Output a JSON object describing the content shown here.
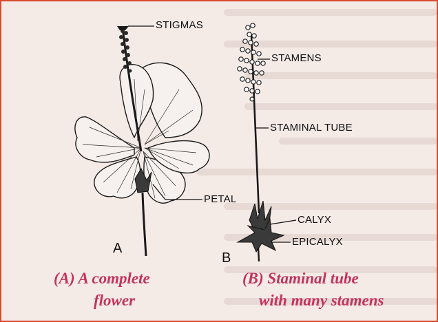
{
  "labels": {
    "stigmas": "STIGMAS",
    "stamens": "STAMENS",
    "staminal_tube": "STAMINAL TUBE",
    "petal": "PETAL",
    "calyx": "CALYX",
    "epicalyx": "EPICALYX"
  },
  "figure_letters": {
    "a": "A",
    "b": "B"
  },
  "captions": {
    "a_line1": "(A)  A complete",
    "a_line2": "flower",
    "b_line1": "(B)  Staminal tube",
    "b_line2": "with  many stamens"
  },
  "colors": {
    "border": "#d94a2a",
    "caption": "#c4325e",
    "background": "#f4eae6"
  }
}
